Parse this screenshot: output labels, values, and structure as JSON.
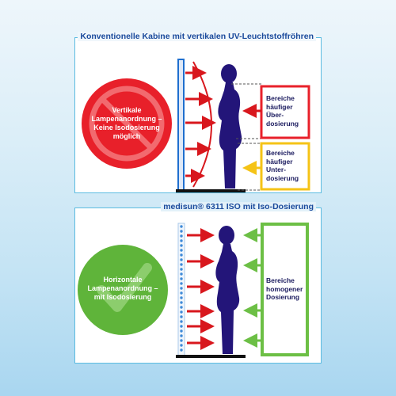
{
  "top_panel": {
    "title": "Konventionelle Kabine mit vertikalen UV-Leuchtstoffröhren",
    "circle_lines": [
      "Vertikale",
      "Lampenanordnung –",
      "Keine Isodosierung",
      "möglich"
    ],
    "overdose_lines": [
      "Bereiche",
      "häufiger",
      "Über-",
      "dosierung"
    ],
    "underdose_lines": [
      "Bereiche",
      "häufiger",
      "Unter-",
      "dosierung"
    ],
    "circle_color": "#e8202a",
    "overdose_color": "#e8202a",
    "underdose_color": "#f5c316",
    "arrow_color": "#d8171d"
  },
  "bottom_panel": {
    "title": "medisun® 6311 ISO mit Iso-Dosierung",
    "circle_lines": [
      "Horizontale",
      "Lampenanordnung –",
      "mit Isodosierung"
    ],
    "homogeneous_lines": [
      "Bereiche",
      "homogener",
      "Dosierung"
    ],
    "circle_color": "#5fb43a",
    "box_color": "#6cbf45",
    "arrow_color": "#d8171d",
    "green_arrow_color": "#6cbf45"
  },
  "icons": {
    "prohibition": "no-sign-icon",
    "check": "checkmark-icon"
  },
  "colors": {
    "figure": "#231579",
    "lamp_border": "#1e6fcf",
    "dot": "#3e8ad8"
  }
}
